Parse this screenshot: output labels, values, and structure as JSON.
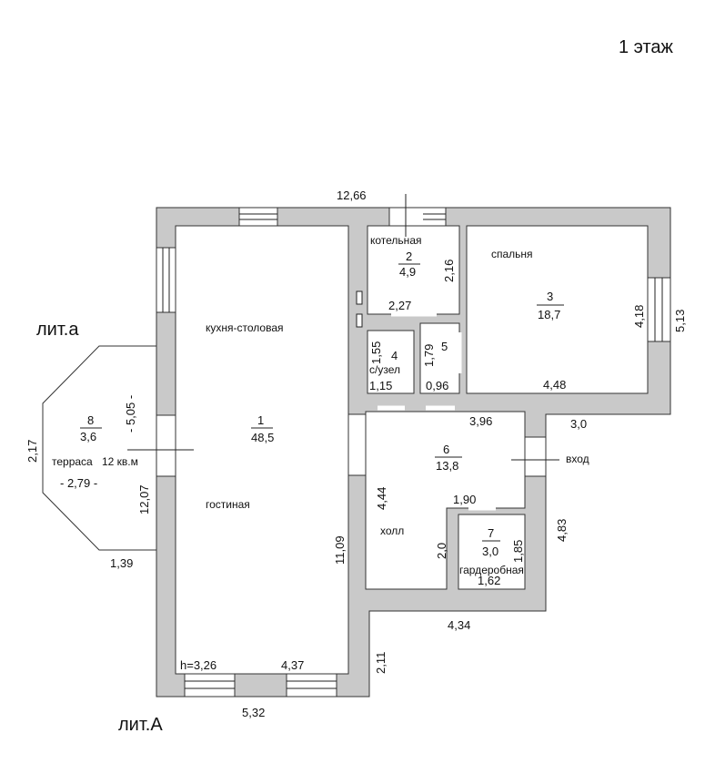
{
  "title": "1 этаж",
  "lit_a_small": "лит.а",
  "lit_a_big": "лит.А",
  "ceiling_height": "h=3,26",
  "rooms": [
    {
      "num": "1",
      "area": "48,5",
      "name_top": "кухня-столовая",
      "name_bottom": "гостиная"
    },
    {
      "num": "2",
      "area": "4,9",
      "name": "котельная"
    },
    {
      "num": "3",
      "area": "18,7",
      "name": "спальня"
    },
    {
      "num": "4",
      "name": "с/узел"
    },
    {
      "num": "5"
    },
    {
      "num": "6",
      "area": "13,8",
      "name": "холл"
    },
    {
      "num": "7",
      "area": "3,0",
      "name": "гардеробная"
    },
    {
      "num": "8",
      "area": "3,6",
      "name": "терраса",
      "note": "12 кв.м"
    }
  ],
  "entrance": "вход",
  "dimensions": {
    "top_total": "12,66",
    "boiler_width": "2,27",
    "boiler_height": "2,16",
    "bedroom_height": "4,18",
    "right_outer": "5,13",
    "bedroom_width": "4,48",
    "wc_height": "1,55",
    "wc_width": "1,15",
    "r5_height": "1,79",
    "r5_width": "0,96",
    "hall_width": "3,96",
    "step_right": "3,0",
    "hall_height": "4,44",
    "closet_top": "1,90",
    "closet_left": "2,0",
    "closet_height": "1,85",
    "closet_width": "1,62",
    "hall_outer": "4,83",
    "hall_bottom": "4,34",
    "living_height": "11,09",
    "left_outer": "12,07",
    "living_width": "4,37",
    "bottom_outer": "5,32",
    "side_2_11": "2,11",
    "terrace_depth": "- 5,05 -",
    "terrace_width": "- 2,79 -",
    "terrace_side": "2,17",
    "terrace_bottom": "1,39"
  }
}
